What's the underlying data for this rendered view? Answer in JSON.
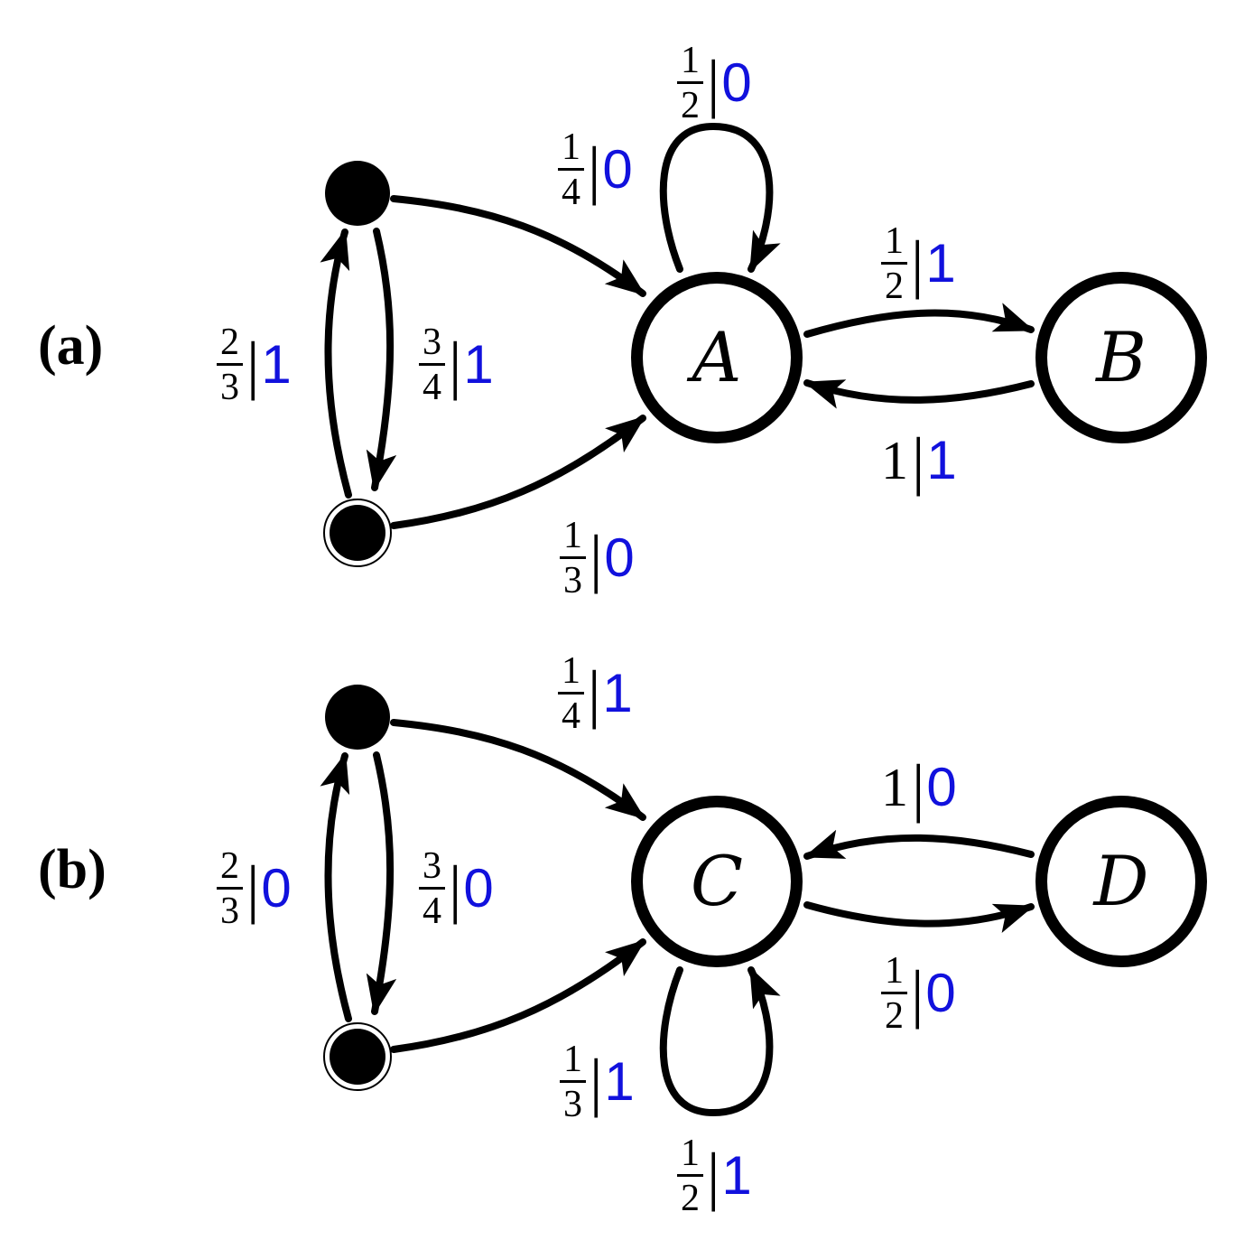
{
  "panels": [
    {
      "label": "(a)",
      "nodes": [
        {
          "id": "top",
          "kind": "small"
        },
        {
          "id": "start",
          "kind": "start"
        },
        {
          "id": "A",
          "kind": "big",
          "label": "A"
        },
        {
          "id": "B",
          "kind": "big",
          "label": "B"
        }
      ],
      "edges": [
        {
          "from": "top",
          "to": "start",
          "prob": {
            "num": "3",
            "den": "4"
          },
          "output": "1"
        },
        {
          "from": "start",
          "to": "top",
          "prob": {
            "num": "2",
            "den": "3"
          },
          "output": "1"
        },
        {
          "from": "top",
          "to": "A",
          "prob": {
            "num": "1",
            "den": "4"
          },
          "output": "0"
        },
        {
          "from": "start",
          "to": "A",
          "prob": {
            "num": "1",
            "den": "3"
          },
          "output": "0"
        },
        {
          "from": "A",
          "to": "A",
          "prob": {
            "num": "1",
            "den": "2"
          },
          "output": "0"
        },
        {
          "from": "A",
          "to": "B",
          "prob": {
            "num": "1",
            "den": "2"
          },
          "output": "1"
        },
        {
          "from": "B",
          "to": "A",
          "prob": {
            "whole": "1"
          },
          "output": "1"
        }
      ]
    },
    {
      "label": "(b)",
      "nodes": [
        {
          "id": "top",
          "kind": "small"
        },
        {
          "id": "start",
          "kind": "start"
        },
        {
          "id": "C",
          "kind": "big",
          "label": "C"
        },
        {
          "id": "D",
          "kind": "big",
          "label": "D"
        }
      ],
      "edges": [
        {
          "from": "top",
          "to": "start",
          "prob": {
            "num": "3",
            "den": "4"
          },
          "output": "0"
        },
        {
          "from": "start",
          "to": "top",
          "prob": {
            "num": "2",
            "den": "3"
          },
          "output": "0"
        },
        {
          "from": "top",
          "to": "C",
          "prob": {
            "num": "1",
            "den": "4"
          },
          "output": "1"
        },
        {
          "from": "start",
          "to": "C",
          "prob": {
            "num": "1",
            "den": "3"
          },
          "output": "1"
        },
        {
          "from": "C",
          "to": "C",
          "prob": {
            "num": "1",
            "den": "2"
          },
          "output": "1"
        },
        {
          "from": "C",
          "to": "D",
          "prob": {
            "num": "1",
            "den": "2"
          },
          "output": "0"
        },
        {
          "from": "D",
          "to": "C",
          "prob": {
            "whole": "1"
          },
          "output": "0"
        }
      ]
    }
  ],
  "colors": {
    "edge": "#000000",
    "output": "#1111dd"
  }
}
